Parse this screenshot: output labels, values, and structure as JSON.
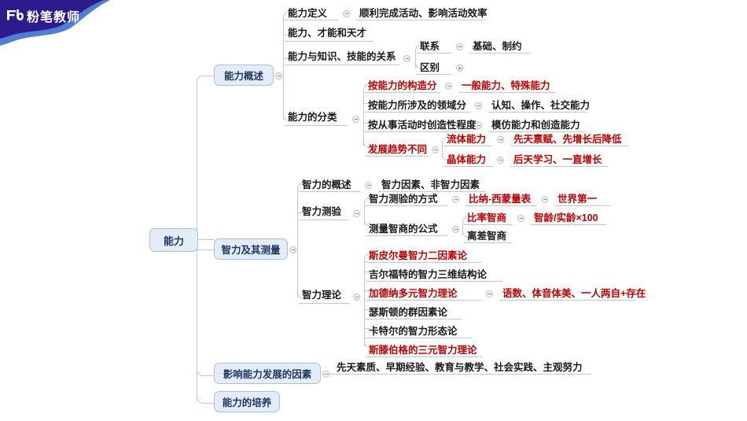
{
  "brand": {
    "name": "粉笔教师",
    "mark": "Fb",
    "banner_dark": "#2d1b8e",
    "banner_light": "#4e7fd0"
  },
  "colors": {
    "node_fill": "#e4ecf7",
    "node_border": "#a9c0dd",
    "node_text": "#1f3864",
    "text_black": "#1a1a1a",
    "text_red": "#c00000",
    "connector": "#b9cade"
  },
  "mindmap": {
    "root": {
      "label": "能力"
    },
    "branches": [
      {
        "label": "能力概述",
        "children": [
          {
            "label": "能力定义",
            "color": "black",
            "toggle": "minus",
            "leaf": {
              "label": "顺利完成活动、影响活动效率",
              "color": "black"
            }
          },
          {
            "label": "能力、才能和天才",
            "color": "black"
          },
          {
            "label": "能力与知识、技能的关系",
            "color": "black",
            "toggle": "minus",
            "subs": [
              {
                "label": "联系",
                "color": "black",
                "toggle": "minus",
                "leaf": {
                  "label": "基础、制约",
                  "color": "black"
                }
              },
              {
                "label": "区别",
                "color": "black",
                "toggle": "plus"
              }
            ]
          },
          {
            "label": "能力的分类",
            "color": "black",
            "toggle": "minus",
            "subs": [
              {
                "label": "按能力的构造分",
                "color": "red",
                "toggle": "minus",
                "leaf": {
                  "label": "一般能力、特殊能力",
                  "color": "red"
                }
              },
              {
                "label": "按能力所涉及的领域分",
                "color": "black",
                "toggle": "minus",
                "leaf": {
                  "label": "认知、操作、社交能力",
                  "color": "black"
                }
              },
              {
                "label": "按从事活动时创造性程度",
                "color": "black",
                "toggle": "minus",
                "leaf": {
                  "label": "模仿能力和创造能力",
                  "color": "black"
                }
              },
              {
                "label": "发展趋势不同",
                "color": "red",
                "toggle": "minus",
                "subs": [
                  {
                    "label": "流体能力",
                    "color": "red",
                    "toggle": "minus",
                    "leaf": {
                      "label": "先天禀赋、先增长后降低",
                      "color": "red"
                    }
                  },
                  {
                    "label": "晶体能力",
                    "color": "red",
                    "toggle": "minus",
                    "leaf": {
                      "label": "后天学习、一直增长",
                      "color": "red"
                    }
                  }
                ]
              }
            ]
          }
        ]
      },
      {
        "label": "智力及其测量",
        "children": [
          {
            "label": "智力的概述",
            "color": "black",
            "toggle": "minus",
            "leaf": {
              "label": "智力因素、非智力因素",
              "color": "black"
            }
          },
          {
            "label": "智力测验",
            "color": "black",
            "toggle": "minus",
            "subs": [
              {
                "label": "智力测验的方式",
                "color": "black",
                "toggle": "minus",
                "leaf": {
                  "label": "比纳-西蒙量表",
                  "color": "red",
                  "toggle": "minus",
                  "leaf2": {
                    "label": "世界第一",
                    "color": "red"
                  }
                }
              },
              {
                "label": "测量智商的公式",
                "color": "black",
                "toggle": "minus",
                "subs": [
                  {
                    "label": "比率智商",
                    "color": "red",
                    "toggle": "minus",
                    "leaf": {
                      "label": "智龄/实龄×100",
                      "color": "red"
                    }
                  },
                  {
                    "label": "离差智商",
                    "color": "black"
                  }
                ]
              }
            ]
          },
          {
            "label": "智力理论",
            "color": "black",
            "toggle": "minus",
            "subs": [
              {
                "label": "斯皮尔曼智力二因素论",
                "color": "red"
              },
              {
                "label": "吉尔福特的智力三维结构论",
                "color": "black"
              },
              {
                "label": "加德纳多元智力理论",
                "color": "red",
                "toggle": "minus",
                "leaf": {
                  "label": "语数、体音体美、一人两自+存在",
                  "color": "red"
                }
              },
              {
                "label": "瑟斯顿的群因素论",
                "color": "black"
              },
              {
                "label": "卡特尔的智力形态论",
                "color": "black"
              },
              {
                "label": "斯滕伯格的三元智力理论",
                "color": "red"
              }
            ]
          }
        ]
      },
      {
        "label": "影响能力发展的因素",
        "toggle": "minus",
        "children": [
          {
            "label": "先天素质、早期经验、教育与教学、社会实践、主观努力",
            "color": "black"
          }
        ]
      },
      {
        "label": "能力的培养",
        "children": []
      }
    ]
  }
}
